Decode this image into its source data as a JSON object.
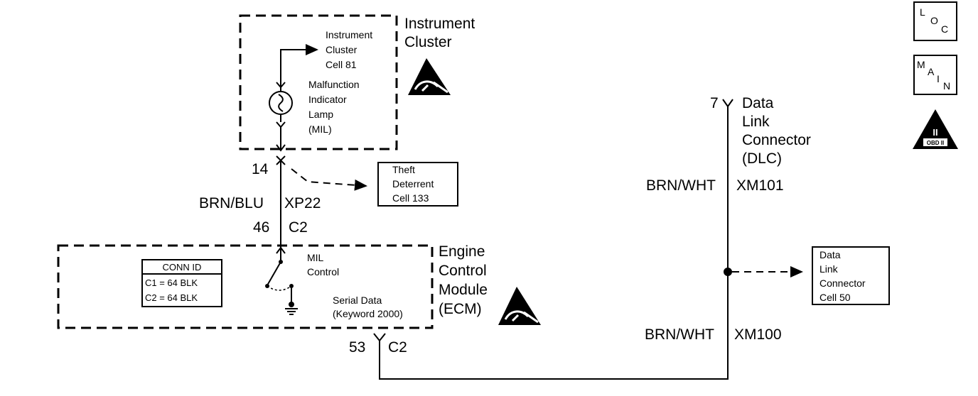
{
  "instrument_cluster": {
    "title_line1": "Instrument",
    "title_line2": "Cluster",
    "ref_line1": "Instrument",
    "ref_line2": "Cluster",
    "ref_line3": "Cell 81",
    "mil_line1": "Malfunction",
    "mil_line2": "Indicator",
    "mil_line3": "Lamp",
    "mil_line4": "(MIL)"
  },
  "circuit_upper": {
    "pin_top": "14",
    "wire_color": "BRN/BLU",
    "connector": "XP22",
    "pin_bottom": "46",
    "connector_bottom": "C2"
  },
  "theft_box": {
    "line1": "Theft",
    "line2": "Deterrent",
    "line3": "Cell 133"
  },
  "ecm": {
    "title_line1": "Engine",
    "title_line2": "Control",
    "title_line3": "Module",
    "title_line4": "(ECM)",
    "mil_control_line1": "MIL",
    "mil_control_line2": "Control",
    "serial_line1": "Serial Data",
    "serial_line2": "(Keyword 2000)",
    "conn_id_title": "CONN ID",
    "conn_id_c1": "C1 = 64 BLK",
    "conn_id_c2": "C2 = 64 BLK"
  },
  "circuit_lower": {
    "pin": "53",
    "connector": "C2"
  },
  "dlc": {
    "pin": "7",
    "title_line1": "Data",
    "title_line2": "Link",
    "title_line3": "Connector",
    "title_line4": "(DLC)",
    "wire_color_top": "BRN/WHT",
    "splice_top": "XM101",
    "wire_color_bottom": "BRN/WHT",
    "splice_bottom": "XM100"
  },
  "dlc_ref_box": {
    "line1": "Data",
    "line2": "Link",
    "line3": "Connector",
    "line4": "Cell 50"
  },
  "symbols": {
    "loc": [
      "L",
      "O",
      "C"
    ],
    "main": [
      "M",
      "A",
      "I",
      "N"
    ],
    "obd_numeral": "II",
    "obd_label": "OBD II"
  }
}
